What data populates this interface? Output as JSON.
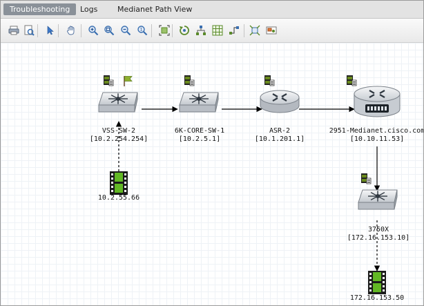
{
  "tabs": [
    {
      "label": "Troubleshooting",
      "active": true
    },
    {
      "label": "Logs",
      "active": false
    },
    {
      "label": "Medianet Path View",
      "active": false
    }
  ],
  "toolbar": {
    "icons": [
      "print-icon",
      "print-preview-icon",
      "select-arrow-icon",
      "pan-hand-icon",
      "zoom-in-icon",
      "zoom-area-icon",
      "zoom-out-icon",
      "zoom-fit-icon",
      "fit-content-icon",
      "refresh-layout-icon",
      "layout-tree-icon",
      "layout-grid-icon",
      "layout-orthogonal-icon",
      "expand-icon",
      "overview-icon"
    ]
  },
  "nodes": [
    {
      "id": "vss-sw-2",
      "type": "switch",
      "name": "VSS-SW-2",
      "address": "[10.2.254.254]",
      "badges": [
        "device-status-icon",
        "flag-icon"
      ]
    },
    {
      "id": "6k-core-sw-1",
      "type": "switch",
      "name": "6K-CORE-SW-1",
      "address": "[10.2.5.1]",
      "badges": [
        "device-status-icon"
      ]
    },
    {
      "id": "asr-2",
      "type": "router",
      "name": "ASR-2",
      "address": "[10.1.201.1]",
      "badges": [
        "device-status-icon"
      ]
    },
    {
      "id": "2951-medianet",
      "type": "router-isr",
      "name": "2951-Medianet.cisco.com",
      "address": "[10.10.11.53]",
      "badges": [
        "device-status-icon"
      ]
    },
    {
      "id": "3750x",
      "type": "switch",
      "name": "3750X",
      "address": "[172.16.153.10]",
      "badges": [
        "device-status-icon"
      ]
    },
    {
      "id": "endpoint-1",
      "type": "video-endpoint",
      "name": "10.2.55.66",
      "address": "",
      "badges": []
    },
    {
      "id": "endpoint-2",
      "type": "video-endpoint",
      "name": "172.16.153.50",
      "address": "",
      "badges": []
    }
  ],
  "links": [
    {
      "from": "vss-sw-2",
      "to": "6k-core-sw-1",
      "style": "solid"
    },
    {
      "from": "6k-core-sw-1",
      "to": "asr-2",
      "style": "solid"
    },
    {
      "from": "asr-2",
      "to": "2951-medianet",
      "style": "solid"
    },
    {
      "from": "2951-medianet",
      "to": "3750x",
      "style": "solid"
    },
    {
      "from": "endpoint-1",
      "to": "vss-sw-2",
      "style": "dashed"
    },
    {
      "from": "3750x",
      "to": "endpoint-2",
      "style": "dashed"
    }
  ],
  "colors": {
    "tab_active": "#8a9199",
    "grid": "#eef2f6",
    "link": "#000000",
    "device_body": "#d4d8dc",
    "device_status": "#6a8a1c",
    "flag": "#8fb030",
    "film_green": "#62b824"
  }
}
